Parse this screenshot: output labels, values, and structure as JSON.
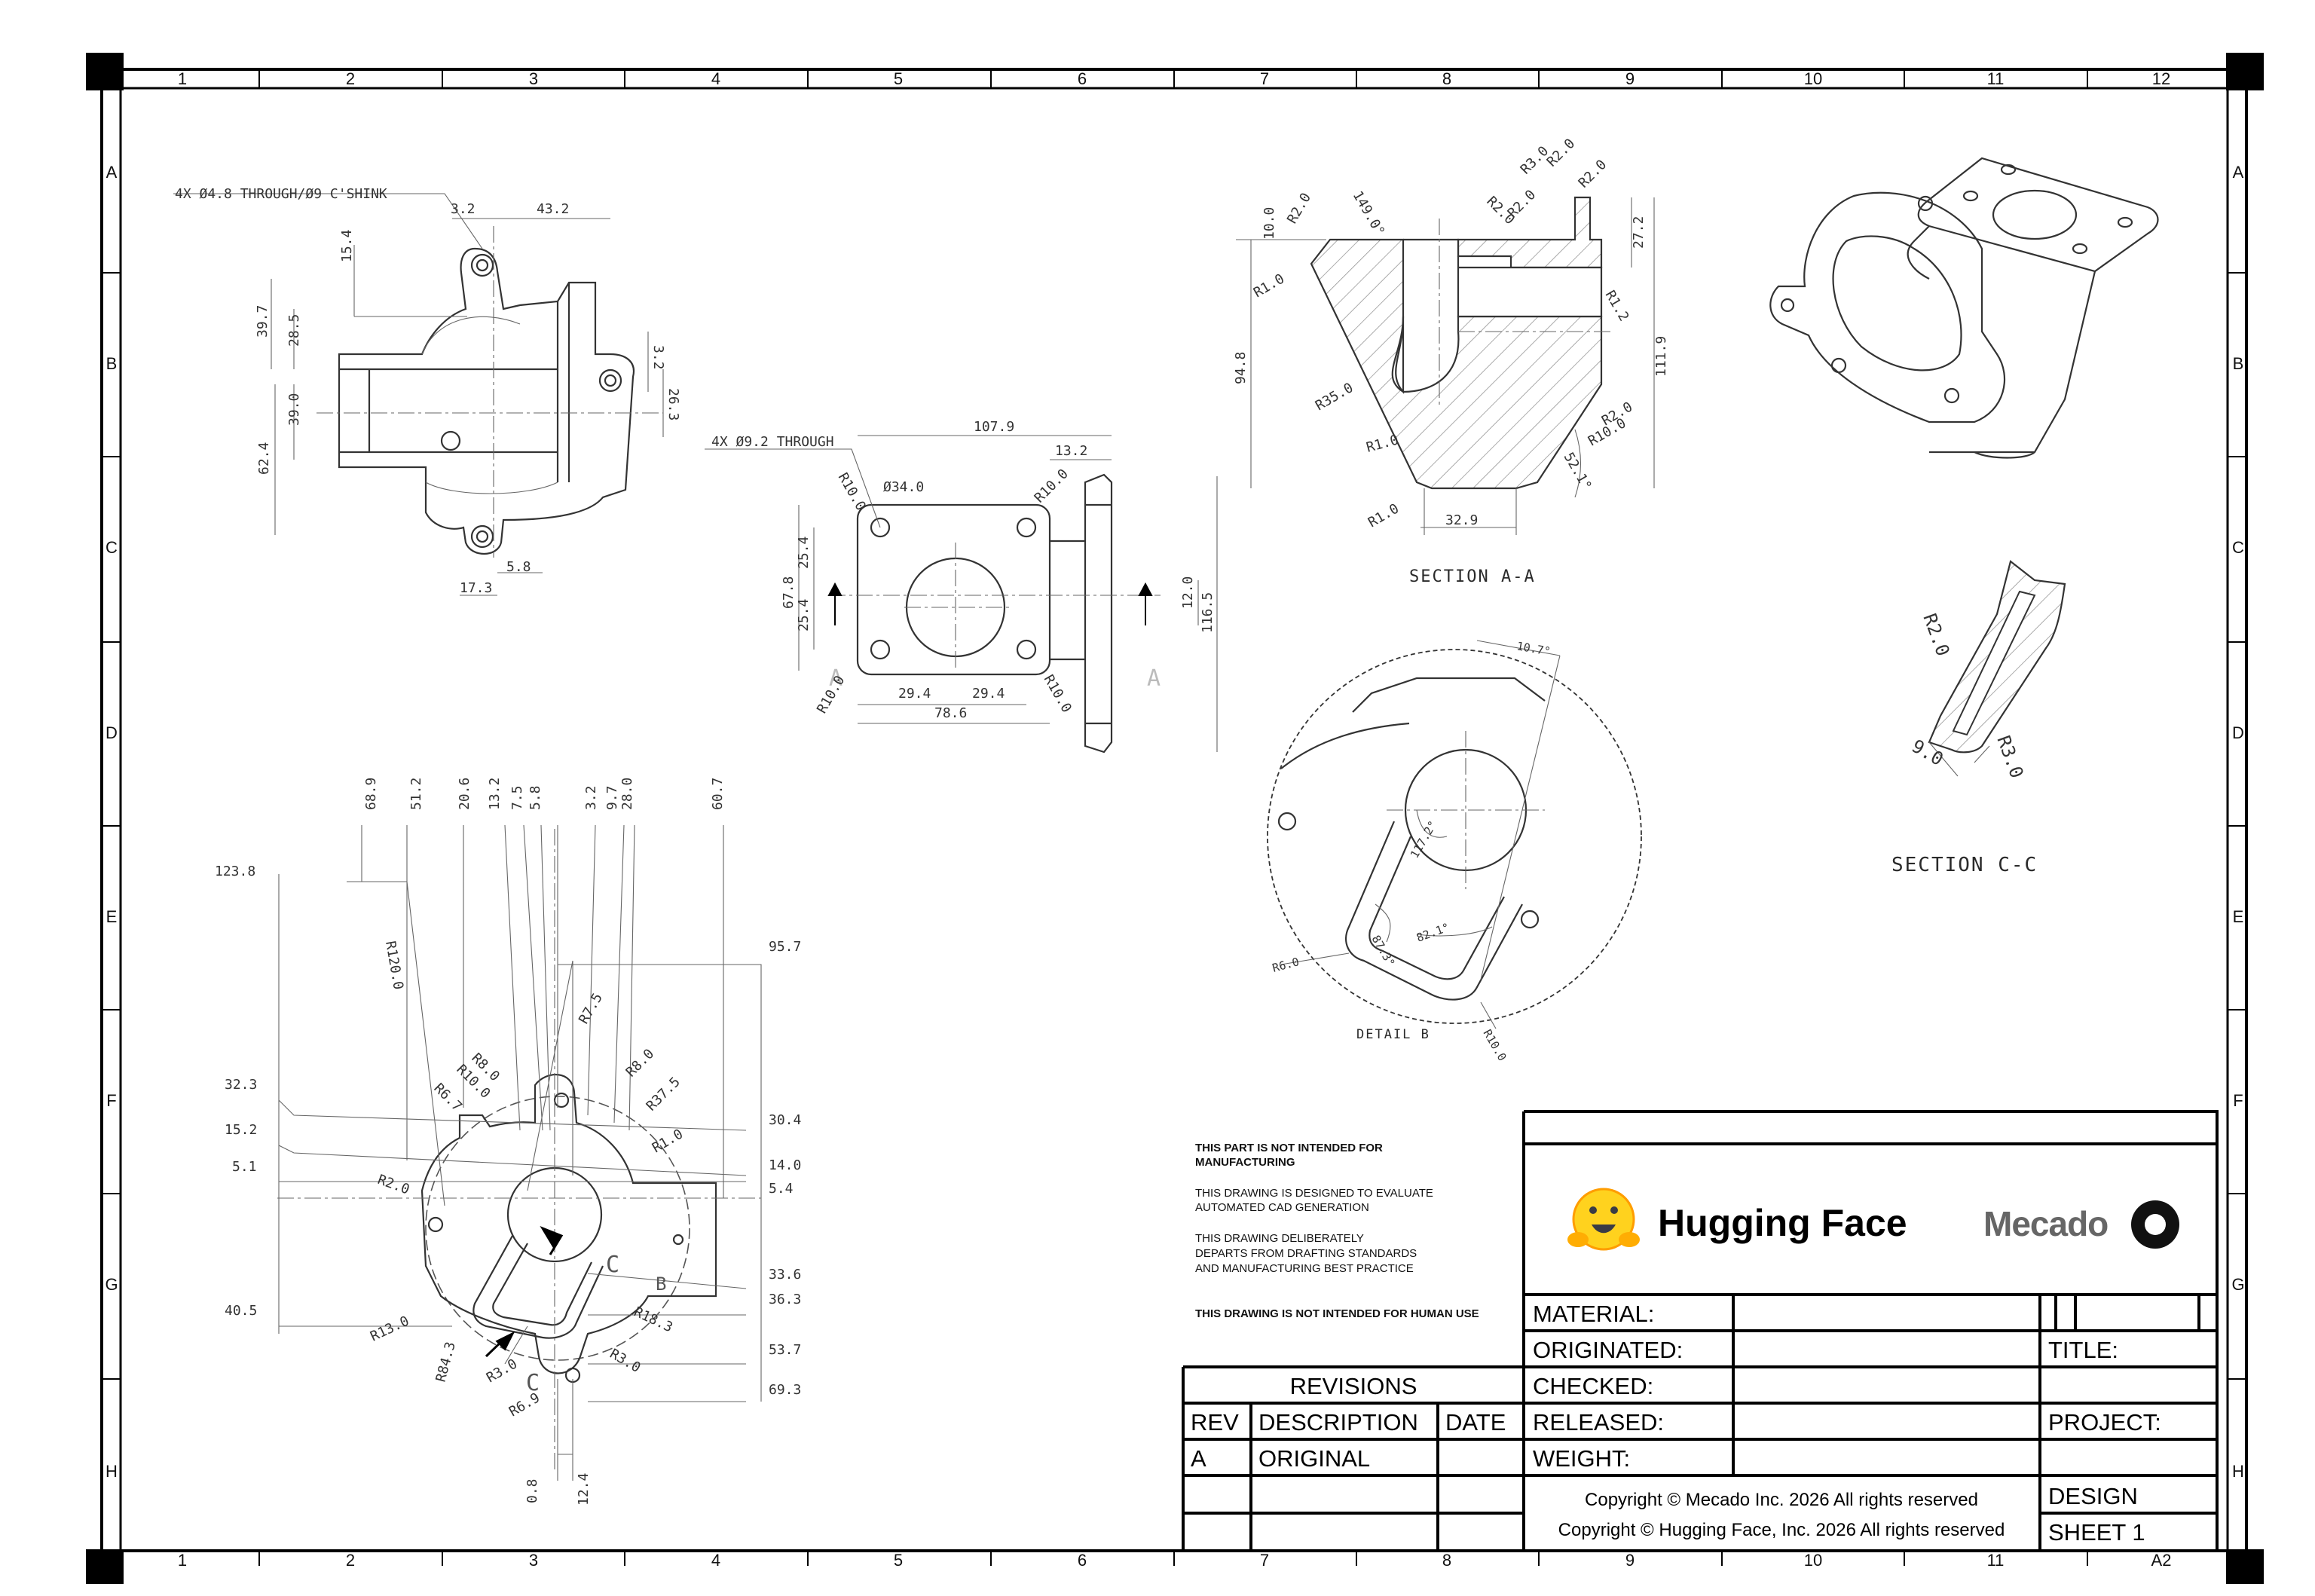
{
  "zones": {
    "columns": [
      "1",
      "2",
      "3",
      "4",
      "5",
      "6",
      "7",
      "8",
      "9",
      "10",
      "11",
      "12"
    ],
    "rows": [
      "A",
      "B",
      "C",
      "D",
      "E",
      "F",
      "G",
      "H"
    ]
  },
  "views": {
    "section_aa": "SECTION A-A",
    "section_cc": "SECTION C-C",
    "detail_b": "DETAIL B",
    "cut_a": "A",
    "cut_b": "B",
    "cut_c": "C"
  },
  "callouts": {
    "holes_top": "4X Ø4.8 THROUGH/Ø9 C'SHINK",
    "holes_flange": "4X Ø9.2 THROUGH"
  },
  "dims_top": [
    "3.2",
    "43.2",
    "15.4",
    "39.7",
    "28.5",
    "39.0",
    "62.4",
    "3.2",
    "26.3",
    "5.8",
    "17.3"
  ],
  "dims_flange": [
    "107.9",
    "13.2",
    "R10.0",
    "Ø34.0",
    "R10.0",
    "67.8",
    "25.4",
    "25.4",
    "29.4",
    "29.4",
    "78.6",
    "R10.0",
    "R10.0",
    "12.0",
    "116.5"
  ],
  "dims_section_aa": [
    "R3.0",
    "R2.0",
    "R2.0",
    "R2.0",
    "R2.0",
    "10.0",
    "R2.0",
    "149.0°",
    "27.2",
    "R1.0",
    "R1.2",
    "111.9",
    "94.8",
    "R35.0",
    "R2.0",
    "R10.0",
    "R1.0",
    "52.1°",
    "R1.0",
    "32.9"
  ],
  "dims_section_cc": [
    "R2.0",
    "9.0",
    "R3.0"
  ],
  "dims_detail_b": [
    "10.7°",
    "117.2°",
    "87.3°",
    "82.1°",
    "R6.0",
    "R10.0"
  ],
  "dims_bottom": [
    "68.9",
    "51.2",
    "20.6",
    "13.2",
    "7.5",
    "5.8",
    "3.2",
    "9.7",
    "28.0",
    "60.7",
    "123.8",
    "R120.0",
    "95.7",
    "R7.5",
    "R8.0",
    "R10.0",
    "R6.7",
    "R8.0",
    "R37.5",
    "R1.0",
    "32.3",
    "15.2",
    "5.1",
    "R2.0",
    "30.4",
    "14.0",
    "5.4",
    "33.6",
    "36.3",
    "40.5",
    "R13.0",
    "R18.3",
    "53.7",
    "R84.3",
    "R3.0",
    "R3.0",
    "R6.9",
    "69.3",
    "0.8",
    "12.4"
  ],
  "notes": {
    "n1a": "THIS PART IS NOT INTENDED FOR",
    "n1b": "MANUFACTURING",
    "n2a": "THIS DRAWING IS DESIGNED TO EVALUATE",
    "n2b": "AUTOMATED CAD GENERATION",
    "n3a": "THIS DRAWING DELIBERATELY",
    "n3b": "DEPARTS FROM DRAFTING STANDARDS",
    "n3c": "AND MANUFACTURING BEST PRACTICE",
    "n4": "THIS DRAWING IS NOT INTENDED FOR HUMAN USE"
  },
  "title_block": {
    "logo_hf": "Hugging Face",
    "logo_mecado": "Mecado",
    "material": "MATERIAL:",
    "originated": "ORIGINATED:",
    "checked": "CHECKED:",
    "released": "RELEASED:",
    "weight": "WEIGHT:",
    "title": "TITLE:",
    "project": "PROJECT:",
    "design": "DESIGN",
    "sheet": "SHEET 1",
    "size": "A2",
    "copyright_mecado": "Copyright © Mecado Inc. 2026 All rights reserved",
    "copyright_hf": "Copyright © Hugging Face, Inc. 2026 All rights reserved"
  },
  "revisions": {
    "header": "REVISIONS",
    "col_rev": "REV",
    "col_desc": "DESCRIPTION",
    "col_date": "DATE",
    "rows": [
      {
        "rev": "A",
        "desc": "ORIGINAL",
        "date": ""
      }
    ]
  }
}
